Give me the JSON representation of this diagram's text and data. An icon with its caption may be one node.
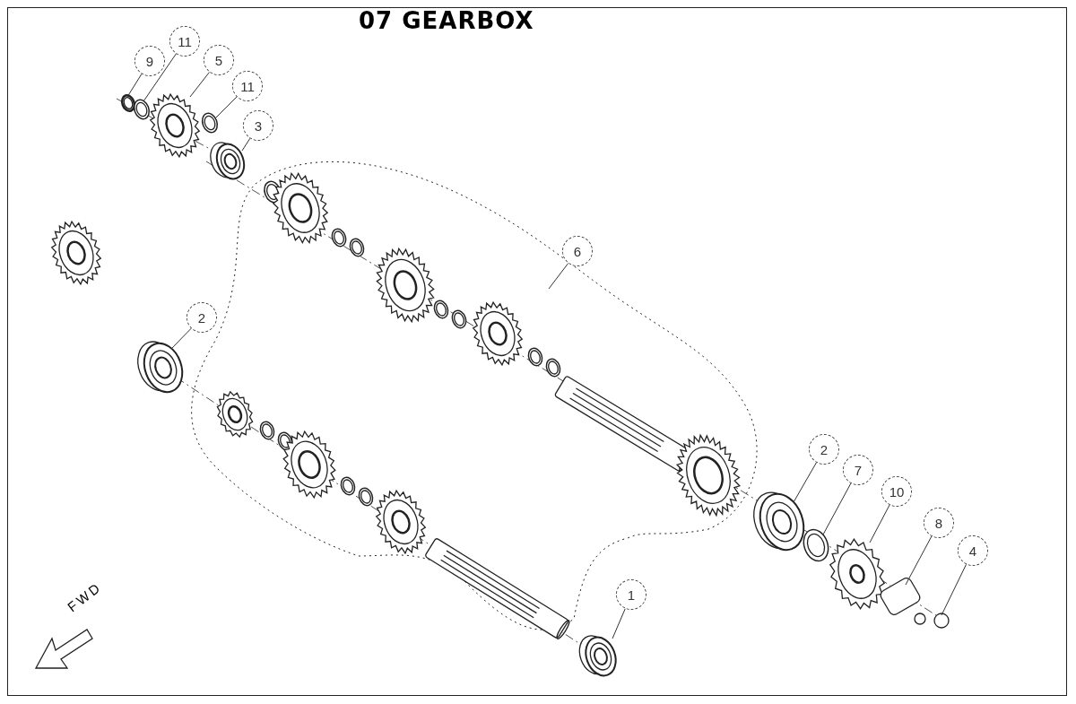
{
  "diagram": {
    "title": "07 GEARBOX",
    "nodes": [
      {
        "text": [
          "9"
        ]
      },
      {
        "text": [
          "11"
        ]
      },
      {
        "text": [
          "5"
        ]
      },
      {
        "text": [
          "11"
        ]
      },
      {
        "text": [
          "3"
        ]
      },
      {
        "text": [
          "6"
        ]
      },
      {
        "text": [
          "2"
        ]
      },
      {
        "text": [
          "2"
        ]
      },
      {
        "text": [
          "7"
        ]
      },
      {
        "text": [
          "10"
        ]
      },
      {
        "text": [
          "8"
        ]
      },
      {
        "text": [
          "4"
        ]
      },
      {
        "text": [
          "1"
        ]
      }
    ],
    "edges": [
      {
        "from": 0,
        "to": null,
        "arrow": "none"
      },
      {
        "from": 1,
        "to": null,
        "arrow": "none"
      },
      {
        "from": 2,
        "to": null,
        "arrow": "none"
      },
      {
        "from": 3,
        "to": null,
        "arrow": "none"
      },
      {
        "from": 4,
        "to": null,
        "arrow": "none"
      },
      {
        "from": 5,
        "to": null,
        "arrow": "none"
      },
      {
        "from": 6,
        "to": null,
        "arrow": "none"
      },
      {
        "from": 7,
        "to": null,
        "arrow": "none"
      },
      {
        "from": 8,
        "to": null,
        "arrow": "none"
      },
      {
        "from": 9,
        "to": null,
        "arrow": "none"
      },
      {
        "from": 10,
        "to": null,
        "arrow": "none"
      },
      {
        "from": 11,
        "to": null,
        "arrow": "none"
      },
      {
        "from": 12,
        "to": null,
        "arrow": "none"
      }
    ],
    "labels": [
      "FWD"
    ]
  }
}
